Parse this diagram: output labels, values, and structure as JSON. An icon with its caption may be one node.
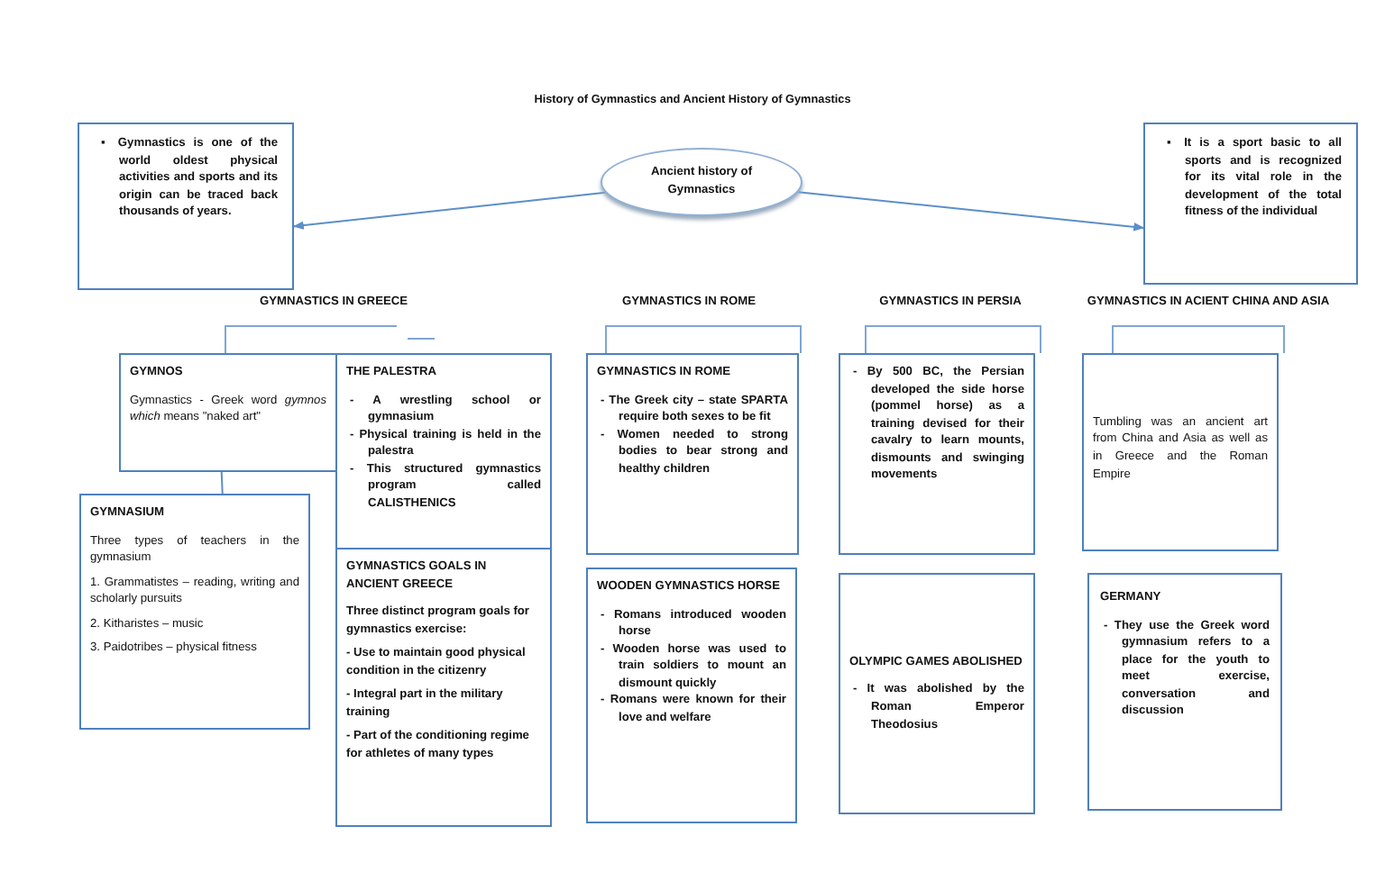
{
  "diagram": {
    "title": "History of Gymnastics and Ancient History of Gymnastics",
    "nodes": [
      {
        "text": [
          "Ancient history of Gymnastics"
        ]
      },
      {
        "text": [
          "▪ Gymnastics is one of the world oldest physical activities and sports and its origin can be traced back thousands of years."
        ]
      },
      {
        "text": [
          "▪ It is a sport basic to all sports and is recognized for its vital role in the development of the total fitness of the individual"
        ]
      },
      {
        "text": [
          "GYMNOS",
          "Gymnastics - Greek word *gymnos which* means \"naked art\""
        ]
      },
      {
        "text": [
          "THE PALESTRA",
          "- A wrestling school or gymnasium",
          "- Physical training is held in the palestra",
          "- This structured gymnastics program called CALISTHENICS"
        ]
      },
      {
        "text": [
          "GYMNASIUM",
          "Three types of teachers in the gymnasium",
          "1. Grammatistes – reading, writing and scholarly pursuits",
          "2. Kitharistes – music",
          "3. Paidotribes – physical fitness"
        ]
      },
      {
        "text": [
          "GYMNASTICS GOALS IN ANCIENT GREECE",
          "Three distinct program goals for gymnastics exercise:",
          "- Use to maintain good physical condition in the citizenry",
          "- Integral part in the military training",
          "- Part of the conditioning regime for athletes of many types"
        ]
      },
      {
        "text": [
          "GYMNASTICS IN ROME",
          "- The Greek city – state SPARTA require both sexes to be fit",
          "- Women needed to strong bodies to bear strong and healthy children"
        ]
      },
      {
        "text": [
          "WOODEN GYMNASTICS HORSE",
          "- Romans introduced wooden horse",
          "- Wooden horse was used to train soldiers to mount an dismount quickly",
          "- Romans were known for their love and welfare"
        ]
      },
      {
        "text": [
          "- By 500 BC, the Persian developed the side horse (pommel horse) as a training devised for their cavalry to learn mounts, dismounts and swinging movements"
        ]
      },
      {
        "text": [
          "OLYMPIC GAMES ABOLISHED",
          "- It was abolished by the Roman Emperor Theodosius"
        ]
      },
      {
        "text": [
          "Tumbling was an ancient art from China and Asia as well as in Greece and the Roman Empire"
        ]
      },
      {
        "text": [
          "GERMANY",
          "- They use the Greek word gymnasium refers to a place for the youth to meet exercise, conversation and discussion"
        ]
      }
    ],
    "edges": [
      {
        "from": 0,
        "to": 1,
        "arrow": "to"
      },
      {
        "from": 0,
        "to": 2,
        "arrow": "to"
      },
      {
        "from": 3,
        "to": 5,
        "arrow": "none"
      }
    ],
    "labels": [
      "GYMNASTICS IN GREECE",
      "GYMNASTICS IN ROME",
      "GYMNASTICS IN PERSIA",
      "GYMNASTICS IN ACIENT CHINA AND ASIA"
    ]
  }
}
